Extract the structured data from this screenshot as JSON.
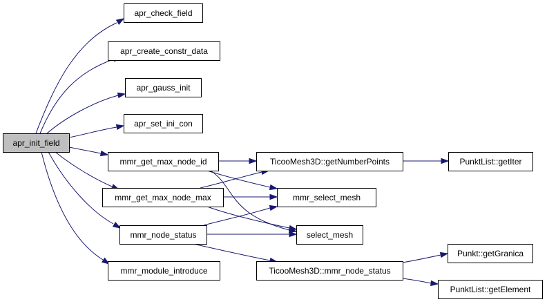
{
  "graph": {
    "colors": {
      "edge": "#191970",
      "root_fill": "#bfbfbf",
      "node_fill": "#ffffff",
      "border": "#000000"
    },
    "nodes": [
      {
        "id": "apr_init_field",
        "label": "apr_init_field",
        "root": true
      },
      {
        "id": "apr_check_field",
        "label": "apr_check_field"
      },
      {
        "id": "apr_create_constr_data",
        "label": "apr_create_constr_data"
      },
      {
        "id": "apr_gauss_init",
        "label": "apr_gauss_init"
      },
      {
        "id": "apr_set_ini_con",
        "label": "apr_set_ini_con"
      },
      {
        "id": "mmr_get_max_node_id",
        "label": "mmr_get_max_node_id"
      },
      {
        "id": "mmr_get_max_node_max",
        "label": "mmr_get_max_node_max"
      },
      {
        "id": "mmr_node_status",
        "label": "mmr_node_status"
      },
      {
        "id": "mmr_module_introduce",
        "label": "mmr_module_introduce"
      },
      {
        "id": "TicooMesh3D_getNumberPoints",
        "label": "TicooMesh3D::getNumberPoints"
      },
      {
        "id": "mmr_select_mesh",
        "label": "mmr_select_mesh"
      },
      {
        "id": "select_mesh",
        "label": "select_mesh"
      },
      {
        "id": "TicooMesh3D_mmr_node_status",
        "label": "TicooMesh3D::mmr_node_status"
      },
      {
        "id": "PunktList_getIter",
        "label": "PunktList::getIter"
      },
      {
        "id": "Punkt_getGranica",
        "label": "Punkt::getGranica"
      },
      {
        "id": "PunktList_getElement",
        "label": "PunktList::getElement"
      }
    ],
    "edges": [
      {
        "from": "apr_init_field",
        "to": "apr_check_field"
      },
      {
        "from": "apr_init_field",
        "to": "apr_create_constr_data"
      },
      {
        "from": "apr_init_field",
        "to": "apr_gauss_init"
      },
      {
        "from": "apr_init_field",
        "to": "apr_set_ini_con"
      },
      {
        "from": "apr_init_field",
        "to": "mmr_get_max_node_id"
      },
      {
        "from": "apr_init_field",
        "to": "mmr_get_max_node_max"
      },
      {
        "from": "apr_init_field",
        "to": "mmr_node_status"
      },
      {
        "from": "apr_init_field",
        "to": "mmr_module_introduce"
      },
      {
        "from": "mmr_get_max_node_id",
        "to": "TicooMesh3D_getNumberPoints"
      },
      {
        "from": "mmr_get_max_node_id",
        "to": "mmr_select_mesh"
      },
      {
        "from": "mmr_get_max_node_id",
        "to": "select_mesh"
      },
      {
        "from": "mmr_get_max_node_max",
        "to": "TicooMesh3D_getNumberPoints"
      },
      {
        "from": "mmr_get_max_node_max",
        "to": "mmr_select_mesh"
      },
      {
        "from": "mmr_get_max_node_max",
        "to": "select_mesh"
      },
      {
        "from": "mmr_node_status",
        "to": "mmr_select_mesh"
      },
      {
        "from": "mmr_node_status",
        "to": "select_mesh"
      },
      {
        "from": "mmr_node_status",
        "to": "TicooMesh3D_mmr_node_status"
      },
      {
        "from": "TicooMesh3D_getNumberPoints",
        "to": "PunktList_getIter"
      },
      {
        "from": "TicooMesh3D_mmr_node_status",
        "to": "Punkt_getGranica"
      },
      {
        "from": "TicooMesh3D_mmr_node_status",
        "to": "PunktList_getElement"
      }
    ]
  }
}
